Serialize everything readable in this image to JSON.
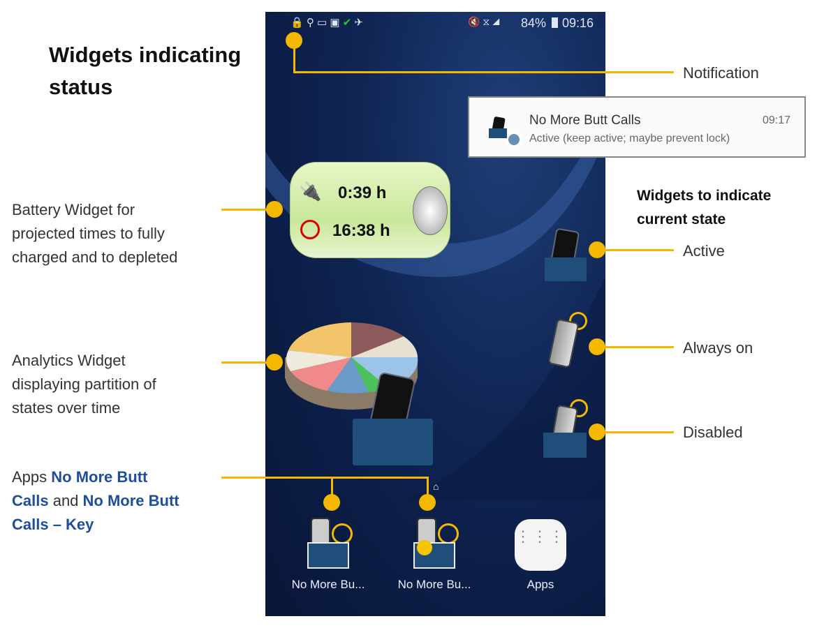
{
  "title": "Widgets indicating status",
  "annotations": {
    "notification": "Notification",
    "battery": [
      "Battery Widget for",
      "projected times to fully",
      "charged and to depleted"
    ],
    "analytics": [
      "Analytics Widget",
      "displaying partition of",
      "states over time"
    ],
    "apps": {
      "prefix": "Apps ",
      "app1a": "No More Butt",
      "app1b": "Calls",
      "mid": " and ",
      "app2a": "No More Butt",
      "app2b": "Calls – Key"
    },
    "state_heading": [
      "Widgets to indicate",
      "current state"
    ],
    "active": "Active",
    "always_on": "Always on",
    "disabled": "Disabled"
  },
  "status_bar": {
    "battery": "84%",
    "time": "09:16"
  },
  "notification_card": {
    "title": "No More Butt Calls",
    "time": "09:17",
    "text": "Active (keep active; maybe prevent lock)"
  },
  "battery_widget": {
    "charge_time": "0:39 h",
    "deplete_time": "16:38 h"
  },
  "home_icons": [
    {
      "label": "No More Bu..."
    },
    {
      "label": "No More Bu..."
    },
    {
      "label": "Apps"
    }
  ],
  "colors": {
    "accent": "#f5b800",
    "link": "#1f4e9c",
    "pocket": "#1f4e7a"
  }
}
